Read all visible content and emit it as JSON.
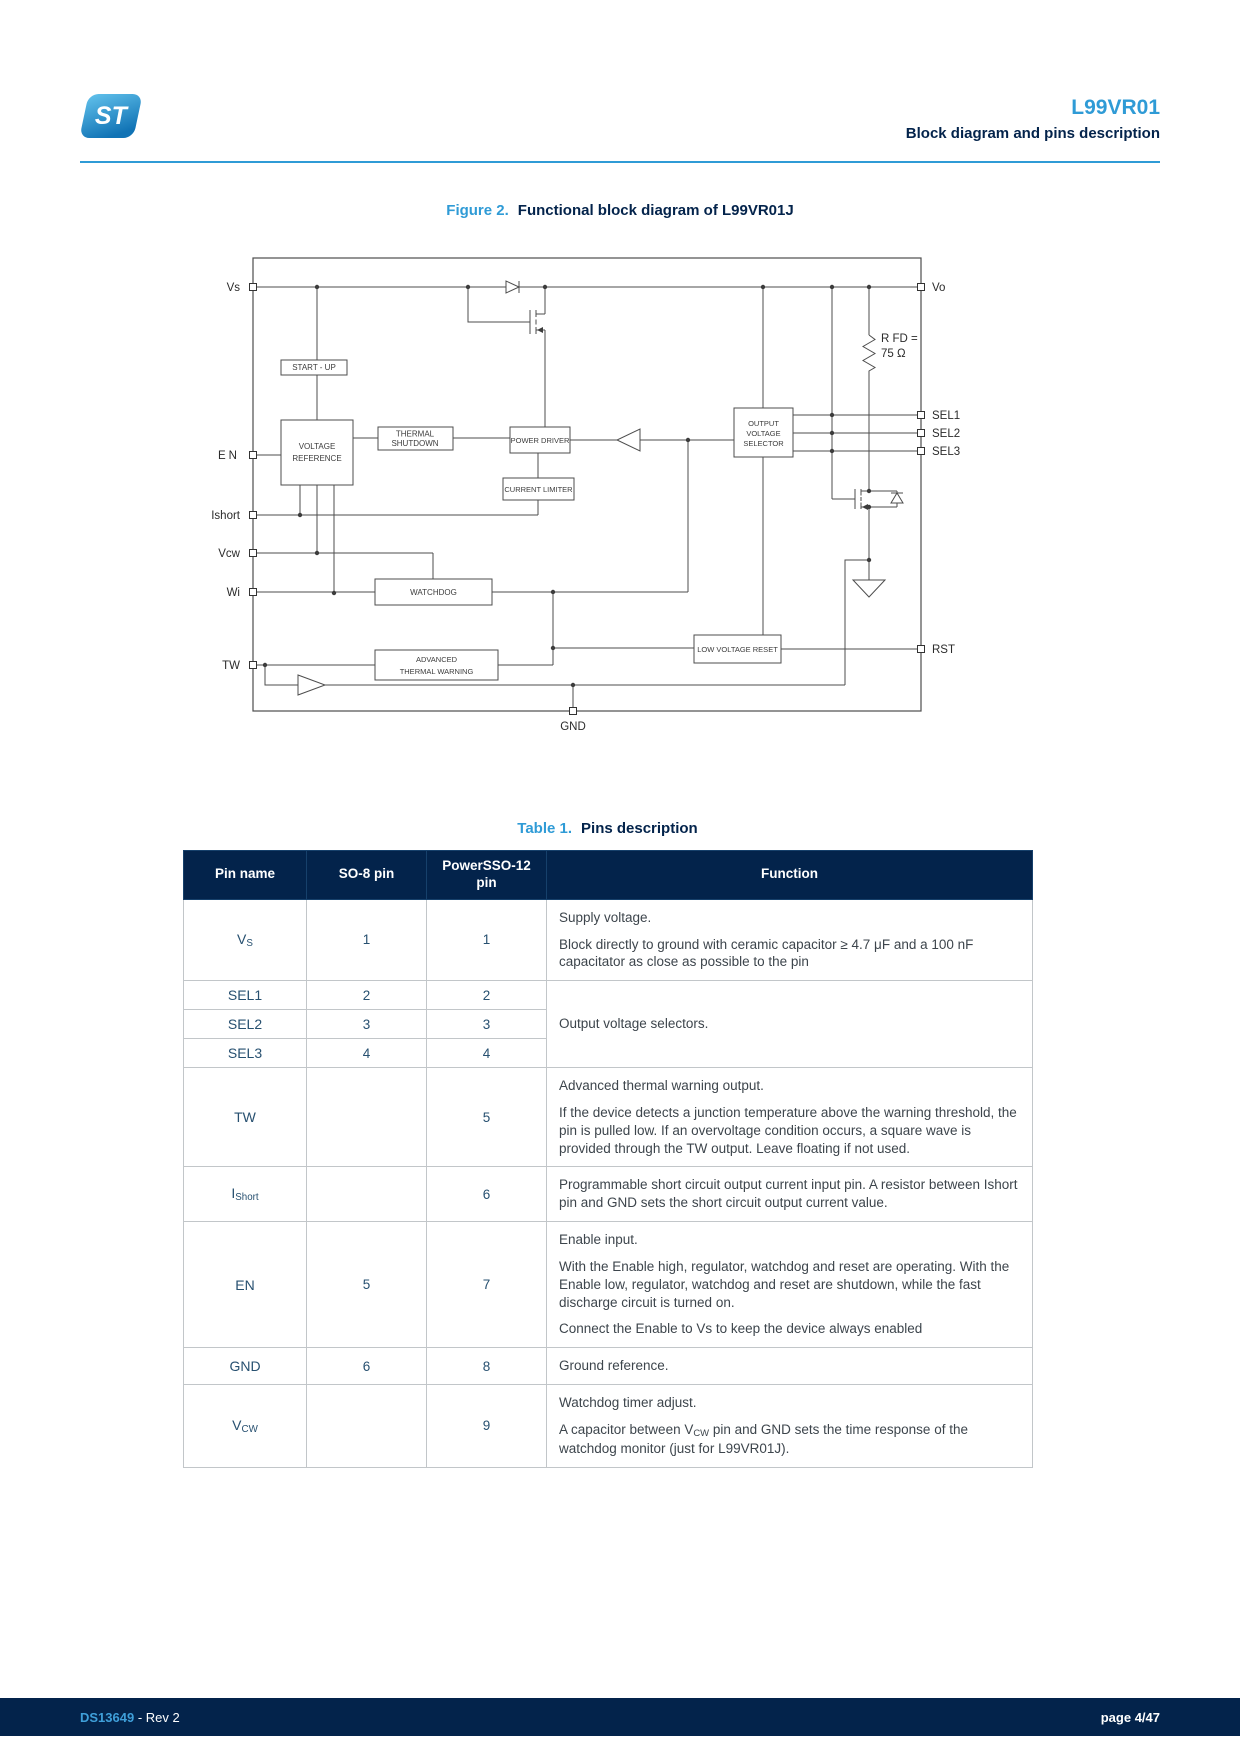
{
  "header": {
    "logo": "ST",
    "product": "L99VR01",
    "subtitle": "Block diagram and pins description"
  },
  "figure_caption": {
    "label": "Figure 2.",
    "title": "Functional block diagram of L99VR01J"
  },
  "diagram": {
    "blocks": {
      "start_up": "START - UP",
      "voltage_reference": [
        "VOLTAGE",
        "REFERENCE"
      ],
      "thermal_shutdown": [
        "THERMAL",
        "SHUTDOWN"
      ],
      "power_driver": "POWER DRIVER",
      "current_limiter": "CURRENT LIMITER",
      "output_voltage_selector": [
        "OUTPUT",
        "VOLTAGE",
        "SELECTOR"
      ],
      "watchdog": "WATCHDOG",
      "low_voltage_reset": "LOW VOLTAGE RESET",
      "advanced_thermal_warning": [
        "ADVANCED",
        "THERMAL WARNING"
      ]
    },
    "pins": {
      "vs": "Vs",
      "en": "EN",
      "ishort": "Ishort",
      "vcw": "Vcw",
      "wi": "Wi",
      "tw": "TW",
      "vo": "Vo",
      "sel1": "SEL1",
      "sel2": "SEL2",
      "sel3": "SEL3",
      "rst": "RST",
      "gnd": "GND"
    },
    "resistor_line1": "R FD =",
    "resistor_line2": "75 Ω"
  },
  "table_caption": {
    "label": "Table 1.",
    "title": "Pins description"
  },
  "table": {
    "columns": [
      "Pin name",
      "SO-8 pin",
      "PowerSSO-12 pin",
      "Function"
    ],
    "rows": [
      {
        "pin_main": "V",
        "pin_sub": "S",
        "so8": "1",
        "psso": "1",
        "func": [
          "Supply voltage.",
          "Block directly to ground with ceramic capacitor ≥ 4.7 μF and a 100 nF capacitator as close as possible to the pin"
        ]
      },
      {
        "pin_main": "SEL1",
        "so8": "2",
        "psso": "2",
        "func": [
          "Output voltage selectors."
        ]
      },
      {
        "pin_main": "SEL2",
        "so8": "3",
        "psso": "3"
      },
      {
        "pin_main": "SEL3",
        "so8": "4",
        "psso": "4"
      },
      {
        "pin_main": "TW",
        "so8": "",
        "psso": "5",
        "func": [
          "Advanced thermal warning output.",
          "If the device detects a junction temperature above the warning threshold, the pin is pulled low. If an overvoltage condition occurs, a square wave is provided through the TW output. Leave floating if not used."
        ]
      },
      {
        "pin_main": "I",
        "pin_sub": "Short",
        "so8": "",
        "psso": "6",
        "func": [
          "Programmable short circuit output current input pin. A resistor between Ishort pin and GND sets the short circuit output current value."
        ]
      },
      {
        "pin_main": "EN",
        "so8": "5",
        "psso": "7",
        "func": [
          "Enable input.",
          "With the Enable high, regulator, watchdog and reset are operating. With the Enable low, regulator, watchdog and reset are shutdown, while the fast discharge circuit is turned on.",
          "Connect the Enable to Vs to keep the device always enabled"
        ]
      },
      {
        "pin_main": "GND",
        "so8": "6",
        "psso": "8",
        "func": [
          "Ground reference."
        ]
      },
      {
        "pin_main": "V",
        "pin_sub": "CW",
        "so8": "",
        "psso": "9",
        "func_p1": "Watchdog timer adjust.",
        "func_pre": "A capacitor between V",
        "func_sub": "CW",
        "func_post": " pin and GND sets the time response of the watchdog monitor (just for L99VR01J)."
      }
    ]
  },
  "footer": {
    "doc_id": "DS13649",
    "rev": " - Rev 2",
    "page": "page 4/47"
  }
}
